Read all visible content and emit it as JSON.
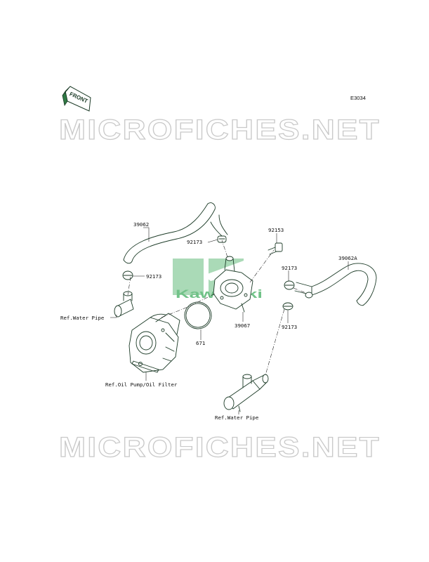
{
  "diagram": {
    "code": "E3034",
    "front_label": "FRONT",
    "watermark": "MICROFICHES.NET",
    "brand": "Kawasaki",
    "callouts": {
      "hose_left": "39062",
      "hose_right": "39062A",
      "clamp_top": "92173",
      "clamp_left": "92173",
      "clamp_right_top": "92173",
      "clamp_right_bottom": "92173",
      "bolt": "92153",
      "housing": "39067",
      "oring": "671"
    },
    "refs": {
      "water_pipe_left": "Ref.Water Pipe",
      "oil_pump": "Ref.Oil Pump/Oil Filter",
      "water_pipe_bottom": "Ref.Water Pipe"
    }
  }
}
